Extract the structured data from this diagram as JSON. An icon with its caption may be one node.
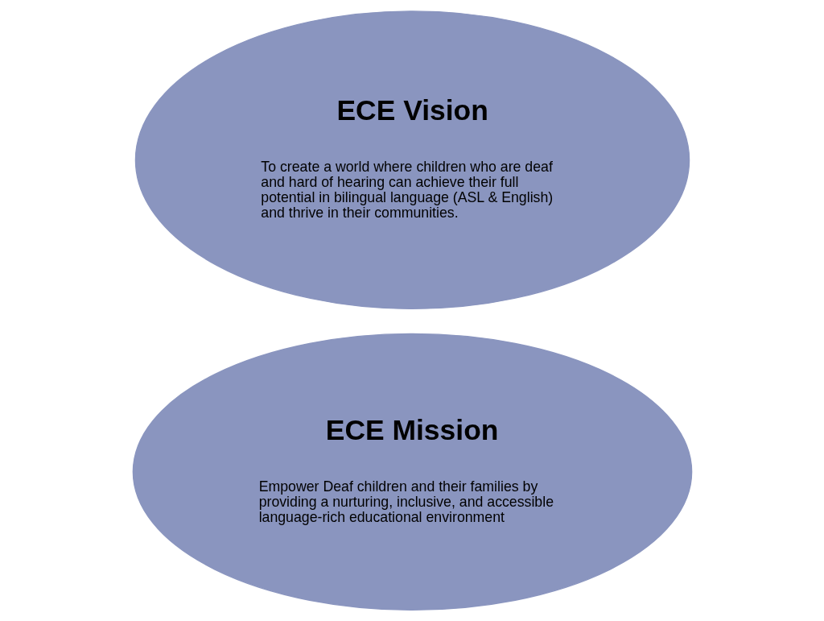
{
  "diagram": {
    "nodes": [
      {
        "text": [
          "ECE Mission",
          "Empower Deaf children and their families by providing a nurturing, inclusive, and accessible language-rich educational environment"
        ]
      },
      {
        "text": [
          "ECE Vision",
          "To create a world where children who are deaf and hard of hearing can achieve their full potential in bilingual language (ASL & English) and thrive in their communities."
        ]
      }
    ]
  }
}
